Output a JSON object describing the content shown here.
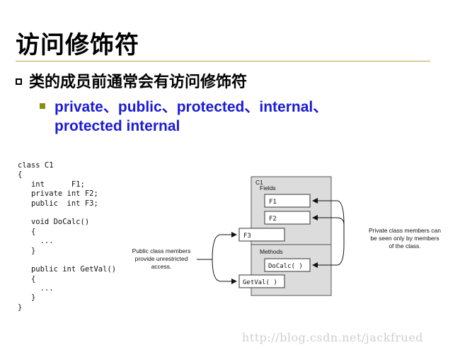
{
  "title": "访问修饰符",
  "bullet1": "类的成员前通常会有访问修饰符",
  "bullet2": {
    "line1": "private、public、protected、internal、",
    "line2": "protected internal"
  },
  "code_lines": [
    "class C1",
    "{",
    "   int      F1;",
    "   private int F2;",
    "   public  int F3;",
    "",
    "   void DoCalc()",
    "   {",
    "     ...",
    "   }",
    "",
    "   public int GetVal()",
    "   {",
    "     ...",
    "   }",
    "}"
  ],
  "diagram": {
    "class_name": "C1",
    "fields_label": "Fields",
    "methods_label": "Methods",
    "f1": "F1",
    "f2": "F2",
    "f3": "F3",
    "docalc": "DoCalc( )",
    "getval": "GetVal( )",
    "private_note": [
      "Private class members can",
      "be seen only by members",
      "of the class."
    ],
    "public_note": [
      "Public class members",
      "provide unrestricted",
      "access."
    ]
  },
  "watermark": "http://blog.csdn.net/jackfrued",
  "colors": {
    "rule": "#b8a24a",
    "bullet2_text": "#1b1bd6",
    "bullet2_marker": "#8c8c16",
    "class_box": "#dcdcdc"
  }
}
